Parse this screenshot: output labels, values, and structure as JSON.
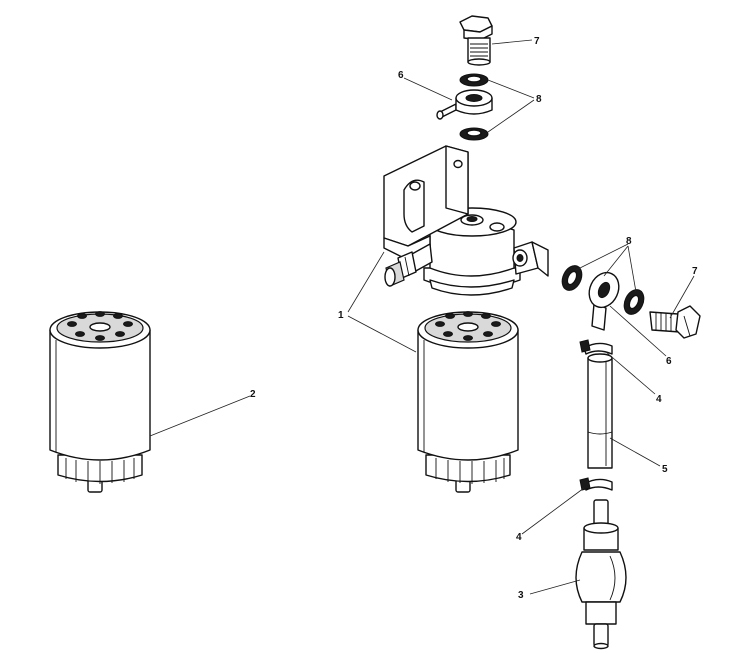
{
  "callouts": {
    "c1": "1",
    "c2": "2",
    "c3": "3",
    "c4a": "4",
    "c4b": "4",
    "c5": "5",
    "c6a": "6",
    "c6b": "6",
    "c7a": "7",
    "c7b": "7",
    "c8a": "8",
    "c8b": "8"
  }
}
